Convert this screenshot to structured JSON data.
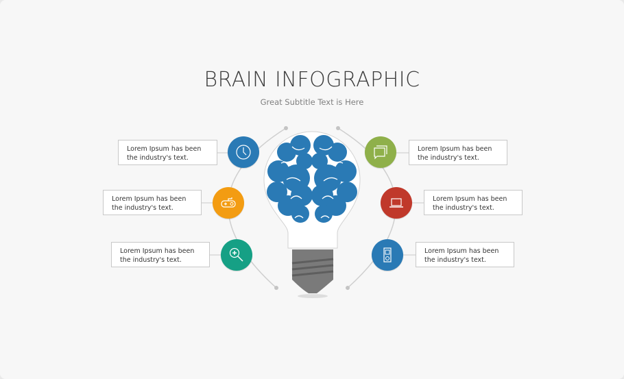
{
  "header": {
    "title": "BRAIN INFOGRAPHIC",
    "subtitle": "Great Subtitle  Text is Here"
  },
  "items": [
    {
      "side": "left",
      "icon": "clock-icon",
      "color": "#2a7ab5",
      "line1": "Lorem Ipsum has been",
      "line2": "the industry's text."
    },
    {
      "side": "left",
      "icon": "gamepad-icon",
      "color": "#f39c12",
      "line1": "Lorem Ipsum has been",
      "line2": "the industry's text."
    },
    {
      "side": "left",
      "icon": "magnifier-icon",
      "color": "#16a085",
      "line1": "Lorem Ipsum has been",
      "line2": "the industry's text."
    },
    {
      "side": "right",
      "icon": "chat-icon",
      "color": "#8fb04a",
      "line1": "Lorem Ipsum has been",
      "line2": "the industry's text."
    },
    {
      "side": "right",
      "icon": "laptop-icon",
      "color": "#c0392b",
      "line1": "Lorem Ipsum has been",
      "line2": "the industry's text."
    },
    {
      "side": "right",
      "icon": "media-player-icon",
      "color": "#2a7ab5",
      "line1": "Lorem Ipsum has been",
      "line2": "the industry's text."
    }
  ],
  "colors": {
    "brain": "#2a7ab5",
    "bulb_base": "#7a7a7a",
    "connector": "#c8c8c8"
  }
}
